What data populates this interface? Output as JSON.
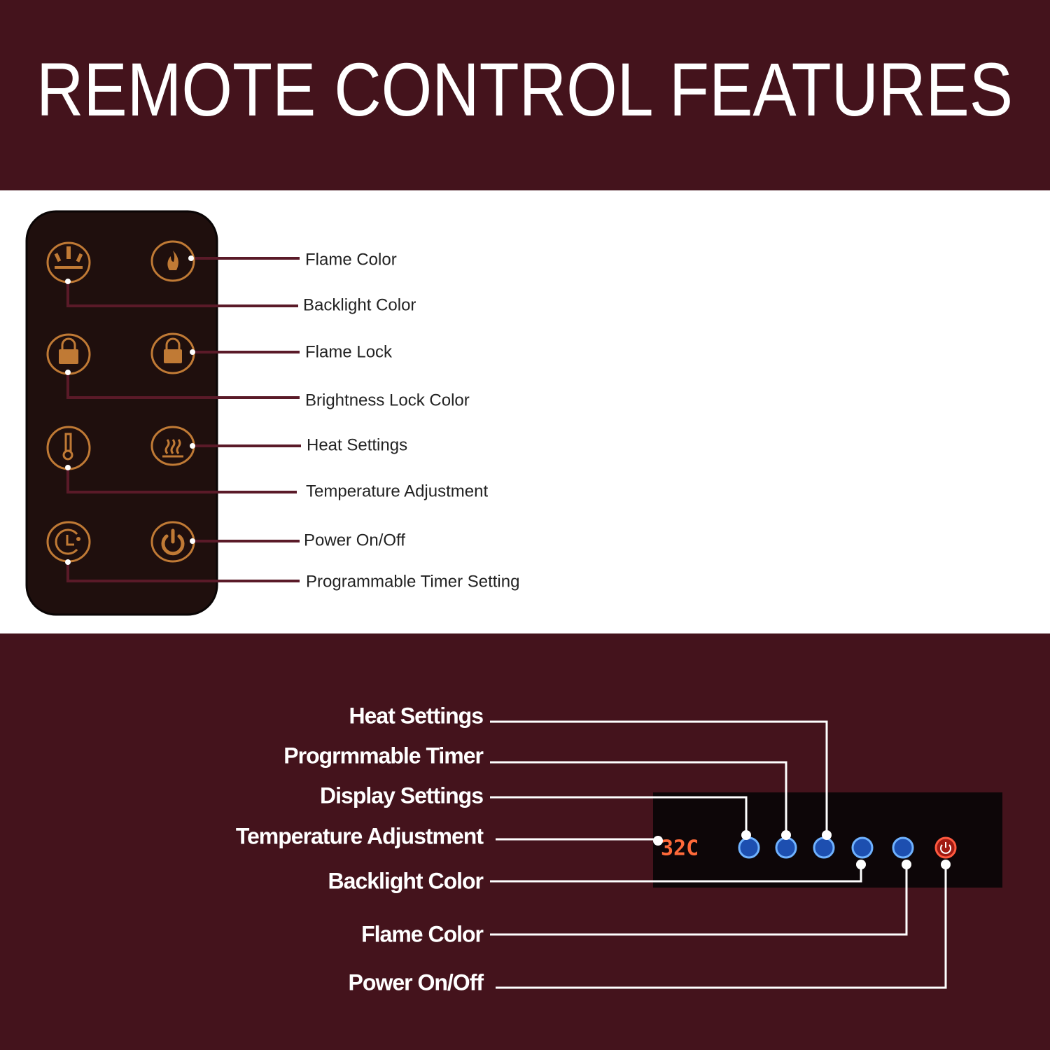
{
  "title": "REMOTE CONTROL FEATURES",
  "colors": {
    "banner": "#44131c",
    "remote_body": "#1f0f0d",
    "button_outline": "#c07a35",
    "leader_line": "#5a1a28",
    "panel_button": "#3a8cff",
    "power_button": "#ff3a2a",
    "display_digits": "#ff6a3a"
  },
  "remote": {
    "labels": [
      "Flame Color",
      "Backlight Color",
      "Flame Lock",
      "Brightness Lock Color",
      "Heat Settings",
      "Temperature Adjustment",
      "Power On/Off",
      "Programmable Timer Setting"
    ],
    "buttons": [
      "backlight-icon",
      "flame-icon",
      "brightness-lock-icon",
      "flame-lock-icon",
      "thermometer-icon",
      "heat-icon",
      "timer-icon",
      "power-icon"
    ]
  },
  "panel": {
    "display": "32C",
    "labels": [
      "Heat Settings",
      "Progrmmable Timer",
      "Display Settings",
      "Temperature Adjustment",
      "Backlight Color",
      "Flame Color",
      "Power On/Off"
    ]
  }
}
